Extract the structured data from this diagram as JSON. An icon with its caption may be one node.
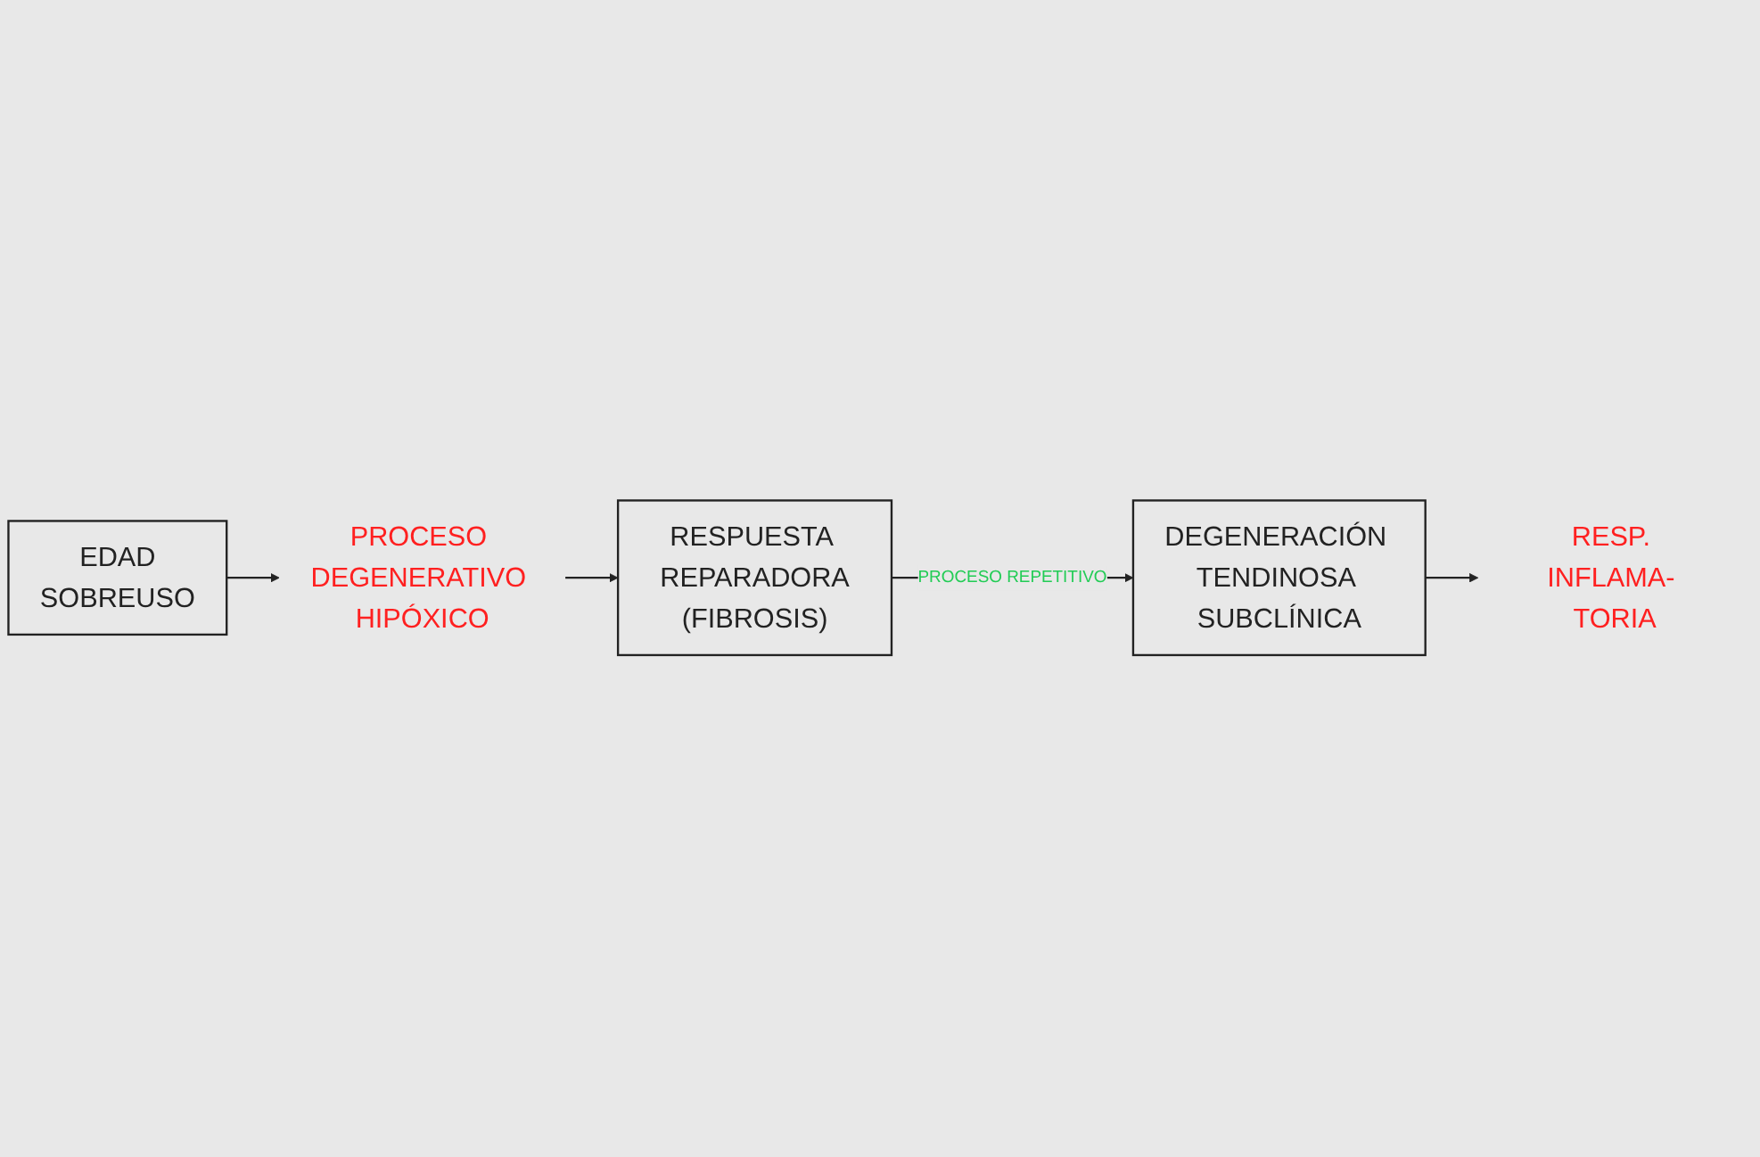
{
  "diagram": {
    "nodes": [
      {
        "text": [
          "EDAD",
          "SOBREUSO"
        ]
      },
      {
        "text": [
          "PROCESO DEGENERATIVO HIPÓXICO"
        ]
      },
      {
        "text": [
          "RESPUESTA REPARADORA",
          "(FIBROSIS)"
        ]
      },
      {
        "text": [
          "DEGENERACIÓN TENDINOSA SUBCLÍNICA"
        ]
      },
      {
        "text": [
          "RESP. INFLAMA- TORIA"
        ]
      }
    ],
    "edges": [
      {
        "from": 0,
        "to": 1,
        "arrow": "to"
      },
      {
        "from": 1,
        "to": 2,
        "arrow": "to"
      },
      {
        "from": 2,
        "to": 3,
        "arrow": "to",
        "label": "PROCESO REPETITIVO"
      },
      {
        "from": 3,
        "to": 4,
        "arrow": "to"
      }
    ]
  }
}
